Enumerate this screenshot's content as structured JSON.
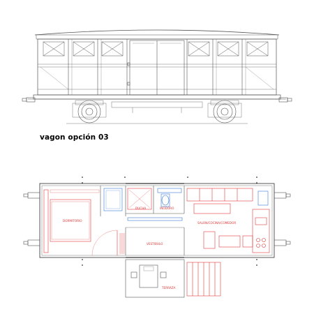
{
  "caption": "vagon opción 03",
  "rooms": {
    "dormitorio": "DORMITORIO",
    "ducha": "DUCHA",
    "inodoro": "INODORO",
    "salon": "SALON/COCINA/COMEDOR",
    "vestibulo": "VESTIBULO",
    "terraza": "TERRAZA"
  },
  "colors": {
    "line": "#555555",
    "red": "#e03a3a",
    "blue": "#3a7bd5"
  }
}
